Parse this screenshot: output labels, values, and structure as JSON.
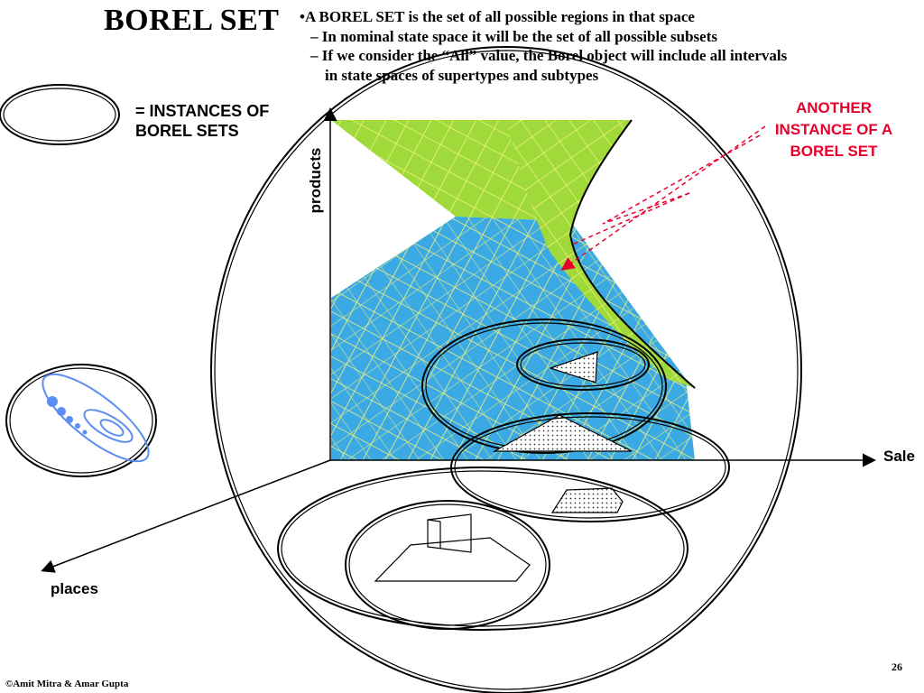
{
  "slide": {
    "title": "BOREL SET",
    "bullets": {
      "main": "•A BOREL SET is the set of all possible regions in that space",
      "sub1": "– In nominal state space it will be the set of all possible subsets",
      "sub2_line1": "– If we consider the “All” value, the Borel object will include all intervals",
      "sub2_line2": "in state spaces of supertypes and subtypes"
    },
    "legend": {
      "line1": "= INSTANCES OF",
      "line2": "BOREL SETS"
    },
    "callout": {
      "line1": "ANOTHER",
      "line2": "INSTANCE OF A",
      "line3": "BOREL SET"
    },
    "axes": {
      "y": "products",
      "x": "Sale",
      "z": "places"
    },
    "page_number": "26",
    "footer": "©Amit Mitra & Amar Gupta"
  },
  "colors": {
    "callout": "#e8002c",
    "surface_green": "#9fd93a",
    "surface_blue": "#3aa9e4",
    "mesh": "#f4f47a",
    "orbit_blue": "#5a8ef0",
    "outline": "#000000"
  }
}
